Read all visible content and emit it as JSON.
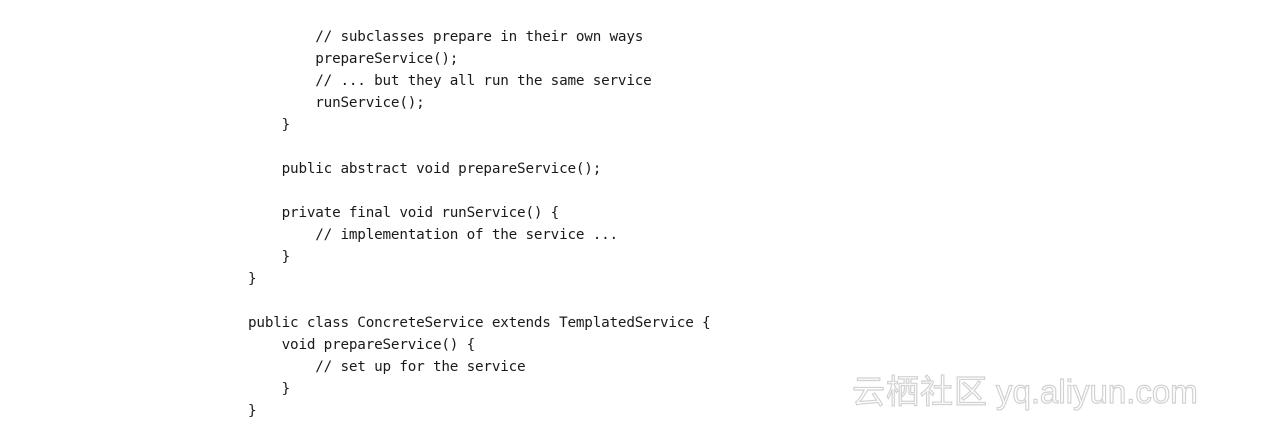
{
  "code": {
    "lines": [
      "        // subclasses prepare in their own ways",
      "        prepareService();",
      "        // ... but they all run the same service",
      "        runService();",
      "    }",
      "",
      "    public abstract void prepareService();",
      "",
      "    private final void runService() {",
      "        // implementation of the service ...",
      "    }",
      "}",
      "",
      "public class ConcreteService extends TemplatedService {",
      "    void prepareService() {",
      "        // set up for the service",
      "    }",
      "}"
    ]
  },
  "watermark": {
    "cjk": "云栖社区",
    "domain": "yq.aliyun.com",
    "color": "#d2d2d2"
  }
}
